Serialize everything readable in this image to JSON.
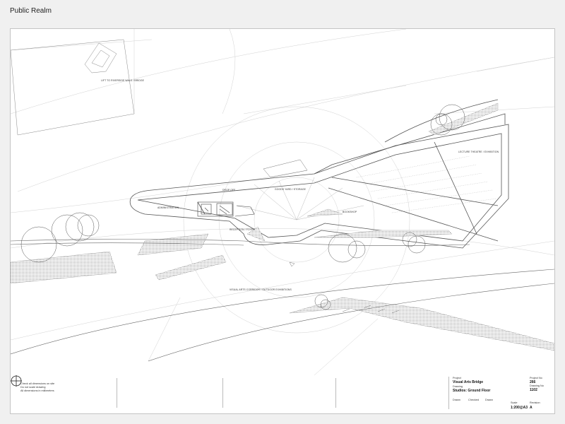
{
  "header": {
    "title": "Public Realm"
  },
  "labels": {
    "lift": "LIFT TO RIVERSIDE WALK / BRIDGE",
    "lecture": "LECTURE THEATRE / EXHIBITION",
    "drop_off": "DROP OFF",
    "goods": "GOODS YARD / STORAGE",
    "administration": "ADMINISTRATION",
    "bookshop": "BOOKSHOP",
    "reception": "RECEPTION / FOYER",
    "corridor": "VISUAL ARTS CORRIDOR / OUTDOOR EXHIBITIONS"
  },
  "notes": [
    "Check all dimensions on site",
    "Do not scale drawing",
    "All dimensions in millimetres"
  ],
  "title_block": {
    "project_label": "Project",
    "project_name": "Visual Arts Bridge",
    "drawing_label": "Drawing",
    "drawing_name": "Studios: Ground Floor",
    "drawn_label": "Drawn",
    "checked_label": "Checked",
    "drawn2_label": "Drawn",
    "scale_label": "Scale",
    "scale_value": "1:200@A3",
    "project_no_label": "Project No",
    "project_no": "266",
    "drawing_no_label": "Drawing No",
    "drawing_no": "1102",
    "revision_label": "Revision",
    "revision": "A"
  },
  "colors": {
    "line": "#555555",
    "faint": "#cccccc",
    "hatch": "#888888"
  }
}
